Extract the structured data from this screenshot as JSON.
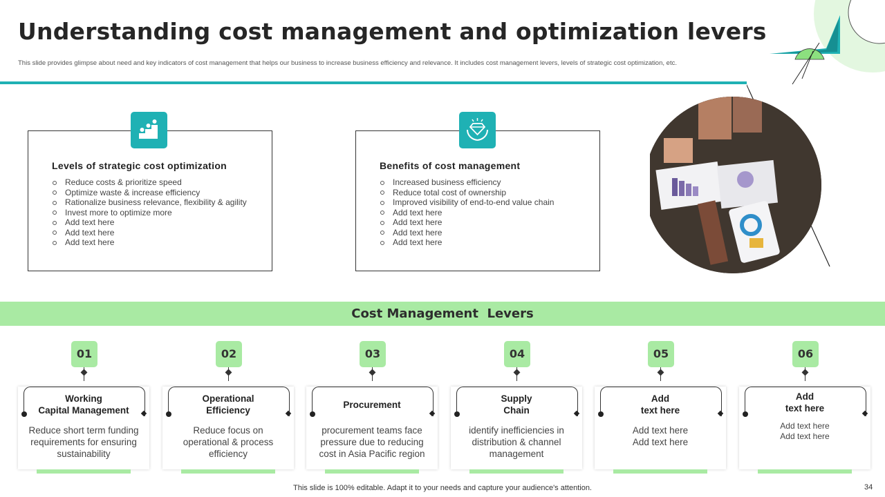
{
  "slide": {
    "title": "Understanding cost management and optimization levers",
    "subtitle": "This slide provides glimpse about need and key indicators of cost management that helps our business to increase business efficiency and relevance. It includes cost management levers, levels of strategic cost optimization, etc.",
    "footer": "This slide is 100% editable. Adapt it to your needs and capture your audience's attention.",
    "page_number": "34"
  },
  "colors": {
    "teal": "#1fb1b4",
    "light_green": "#a9eaa3",
    "green": "#8ce07f"
  },
  "box_left": {
    "icon": "stairs-chart-icon",
    "title": "Levels of strategic cost optimization",
    "bullets": [
      "Reduce costs & prioritize speed",
      "Optimize waste & increase efficiency",
      "Rationalize business relevance, flexibility & agility",
      "Invest more to optimize more",
      "Add text here",
      "Add text here",
      "Add text here"
    ]
  },
  "box_right": {
    "icon": "diamond-hands-icon",
    "title": "Benefits of cost management",
    "bullets": [
      "Increased business efficiency",
      "Reduce total cost of ownership",
      "Improved visibility of end-to-end value chain",
      "Add text here",
      "Add text here",
      "Add text here",
      "Add text here"
    ]
  },
  "banner": {
    "label": "Cost Management  Levers"
  },
  "levers": [
    {
      "number": "01",
      "title": "Working\nCapital Management",
      "text": "Reduce short term funding requirements for ensuring sustainability"
    },
    {
      "number": "02",
      "title": "Operational\nEfficiency",
      "text": "Reduce focus on operational & process efficiency"
    },
    {
      "number": "03",
      "title": "Procurement",
      "text": "procurement teams face pressure due to reducing cost in Asia Pacific region"
    },
    {
      "number": "04",
      "title": "Supply\nChain",
      "text": "identify inefficiencies in distribution & channel management"
    },
    {
      "number": "05",
      "title": "Add\ntext here",
      "text": "Add text here\nAdd text here"
    },
    {
      "number": "06",
      "title": "Add\ntext here",
      "text": "Add text here\nAdd text here"
    }
  ]
}
